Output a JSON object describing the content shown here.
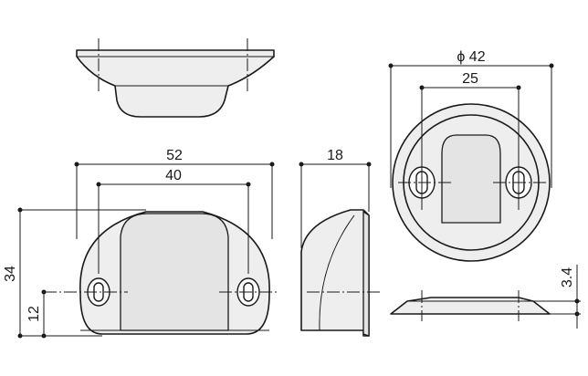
{
  "dimensions": {
    "front_width": "52",
    "front_hole_pitch": "40",
    "front_height": "34",
    "front_hole_height": "12",
    "side_depth": "18",
    "diameter": "ϕ 42",
    "plan_hole_pitch": "25",
    "thickness": "3.4"
  }
}
